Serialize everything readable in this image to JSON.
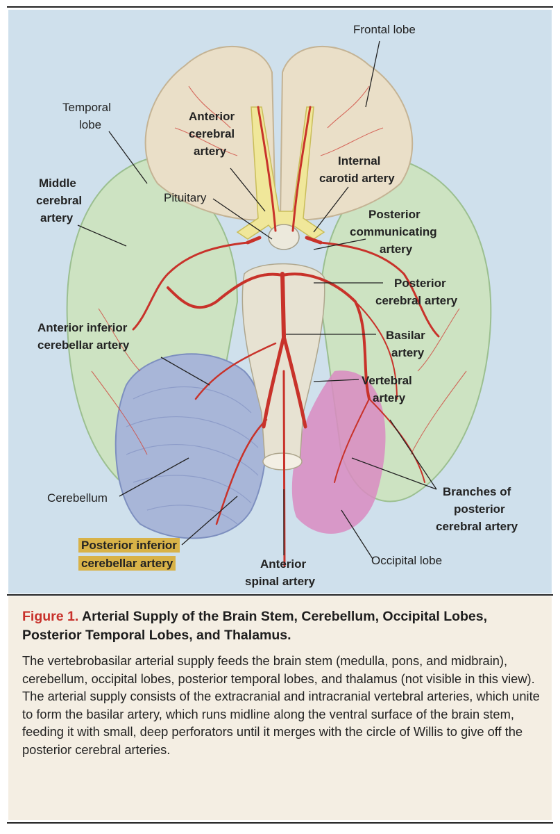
{
  "figure": {
    "labels": {
      "frontal_lobe": "Frontal lobe",
      "temporal_lobe_1": "Temporal",
      "temporal_lobe_2": "lobe",
      "anterior_cerebral_1": "Anterior",
      "anterior_cerebral_2": "cerebral",
      "anterior_cerebral_3": "artery",
      "internal_carotid_1": "Internal",
      "internal_carotid_2": "carotid artery",
      "middle_cerebral_1": "Middle",
      "middle_cerebral_2": "cerebral",
      "middle_cerebral_3": "artery",
      "pituitary": "Pituitary",
      "posterior_communicating_1": "Posterior",
      "posterior_communicating_2": "communicating",
      "posterior_communicating_3": "artery",
      "posterior_cerebral_1": "Posterior",
      "posterior_cerebral_2": "cerebral artery",
      "aica_1": "Anterior inferior",
      "aica_2": "cerebellar artery",
      "basilar_1": "Basilar",
      "basilar_2": "artery",
      "vertebral_1": "Vertebral",
      "vertebral_2": "artery",
      "branches_pca_1": "Branches of",
      "branches_pca_2": "posterior",
      "branches_pca_3": "cerebral artery",
      "cerebellum": "Cerebellum",
      "pica_1": "Posterior inferior",
      "pica_2": "cerebellar artery",
      "anterior_spinal_1": "Anterior",
      "anterior_spinal_2": "spinal artery",
      "occipital_lobe": "Occipital lobe"
    }
  },
  "caption": {
    "figure_number": "Figure 1.",
    "title": "Arterial Supply of the Brain Stem, Cerebellum, Occipital Lobes, Posterior Temporal Lobes, and Thalamus.",
    "body": "The vertebrobasilar arterial supply feeds the brain stem (medulla, pons, and midbrain), cerebellum, occipital lobes, posterior temporal lobes, and thalamus (not visible in this view). The arterial supply consists of the extracranial and intracranial vertebral arteries, which unite to form the basilar artery, which runs midline along the ventral surface of the brain stem, feeding it with small, deep perforators until it merges with the circle of Willis to give off the posterior cerebral arteries."
  },
  "colors": {
    "background": "#cfe0ec",
    "frontal_lobe": "#eadfc8",
    "temporal_lobe": "#cde3c2",
    "cerebellum": "#a8b6d8",
    "occipital_highlight": "#d98bc2",
    "artery": "#c8322a",
    "highlight_box": "#d8b248",
    "caption_background": "#f4eee3",
    "figure_number": "#c8302a"
  }
}
